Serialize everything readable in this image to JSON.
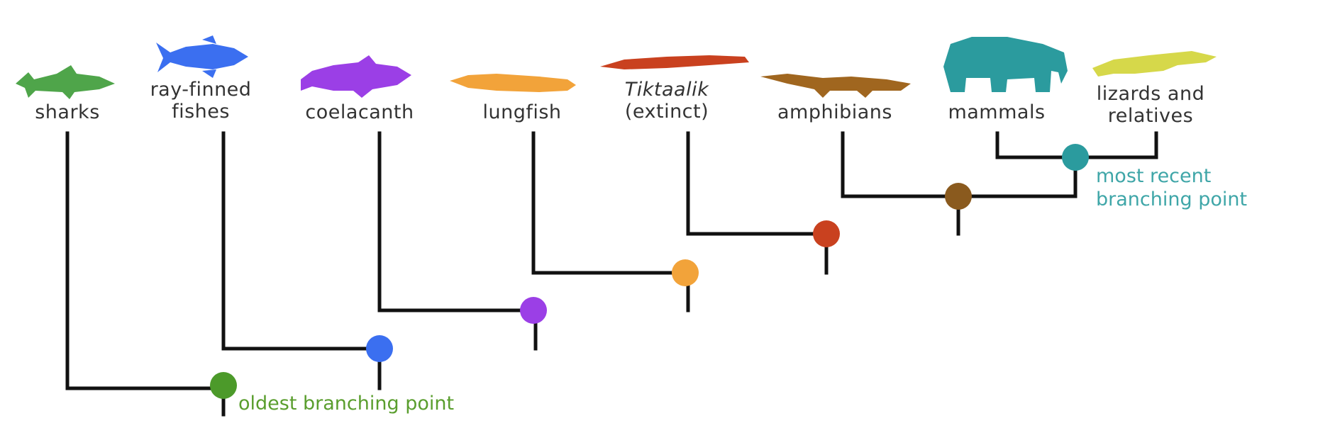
{
  "taxa": [
    {
      "id": "sharks",
      "line1": "sharks",
      "line2": "",
      "italic": false,
      "color": "#4fa54a",
      "icon": "shark-icon"
    },
    {
      "id": "ray-finned",
      "line1": "ray-finned",
      "line2": "fishes",
      "italic": false,
      "color": "#3b6ff0",
      "icon": "tuna-icon"
    },
    {
      "id": "coelacanth",
      "line1": "coelacanth",
      "line2": "",
      "italic": false,
      "color": "#9b3fe6",
      "icon": "coelacanth-icon"
    },
    {
      "id": "lungfish",
      "line1": "lungfish",
      "line2": "",
      "italic": false,
      "color": "#f2a33a",
      "icon": "lungfish-icon"
    },
    {
      "id": "tiktaalik",
      "line1": "Tiktaalik",
      "line2": "(extinct)",
      "italic": true,
      "color": "#c9411f",
      "icon": "tiktaalik-icon"
    },
    {
      "id": "amphibians",
      "line1": "amphibians",
      "line2": "",
      "italic": false,
      "color": "#a0661f",
      "icon": "salamander-icon"
    },
    {
      "id": "mammals",
      "line1": "mammals",
      "line2": "",
      "italic": false,
      "color": "#2b9b9e",
      "icon": "elephant-icon"
    },
    {
      "id": "lizards",
      "line1": "lizards and",
      "line2": "relatives",
      "italic": false,
      "color": "#d6d84a",
      "icon": "lizard-icon"
    }
  ],
  "nodes": [
    {
      "id": "n1",
      "color": "#4c9a2a"
    },
    {
      "id": "n2",
      "color": "#3b6ff0"
    },
    {
      "id": "n3",
      "color": "#9b3fe6"
    },
    {
      "id": "n4",
      "color": "#f2a33a"
    },
    {
      "id": "n5",
      "color": "#c9411f"
    },
    {
      "id": "n6",
      "color": "#8a5a1e"
    },
    {
      "id": "n7",
      "color": "#2b9b9e"
    }
  ],
  "annotations": {
    "oldest": {
      "text": "oldest branching point",
      "color": "#5a9e2e"
    },
    "recent": {
      "line1": "most recent",
      "line2": "branching point",
      "color": "#3fa6a8"
    }
  }
}
